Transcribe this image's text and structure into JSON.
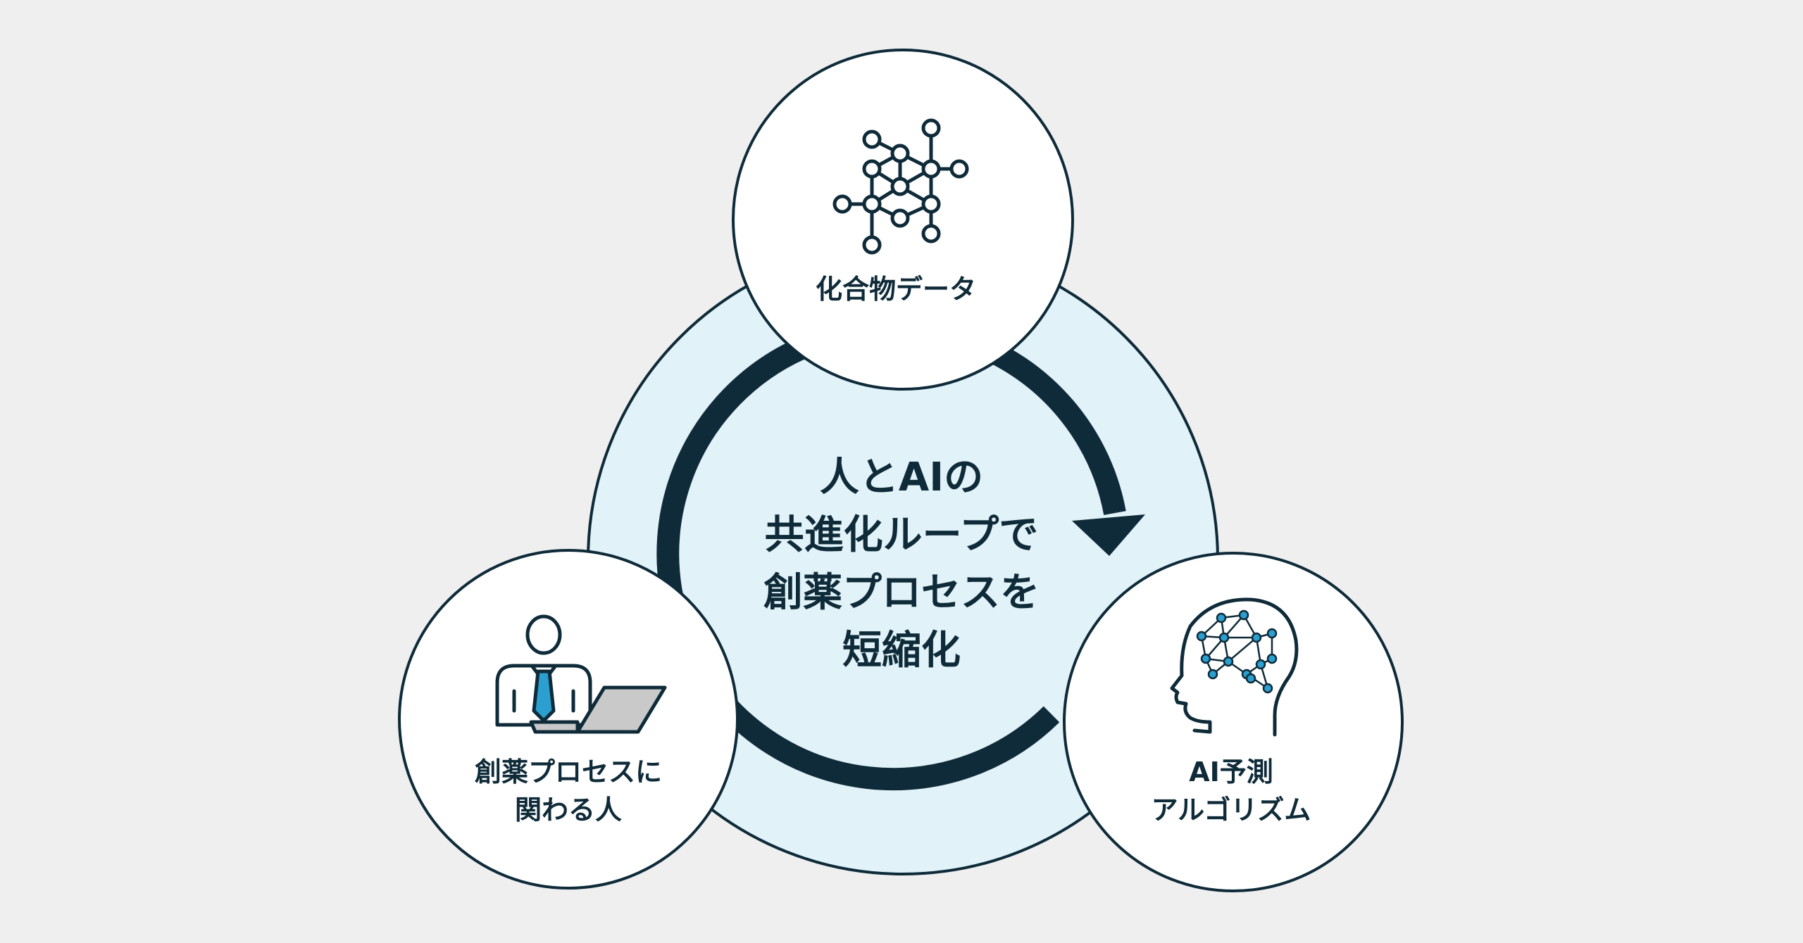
{
  "center": {
    "lines": [
      "人とAIの",
      "共進化ループで",
      "創薬プロセスを",
      "短縮化"
    ]
  },
  "nodes": {
    "top": {
      "lines": [
        "化合物データ"
      ],
      "icon": "molecule-icon"
    },
    "left": {
      "lines": [
        "創薬プロセスに",
        "関わる人"
      ],
      "icon": "person-laptop-icon"
    },
    "right": {
      "lines": [
        "AI予測",
        "アルゴリズム"
      ],
      "icon": "ai-brain-head-icon"
    }
  },
  "colors": {
    "background": "#efefef",
    "outline": "#0f2b39",
    "center_fill": "#e1f2f8",
    "node_fill": "#ffffff",
    "accent": "#2a9fd0",
    "laptop_fill": "#c9c9c9"
  }
}
